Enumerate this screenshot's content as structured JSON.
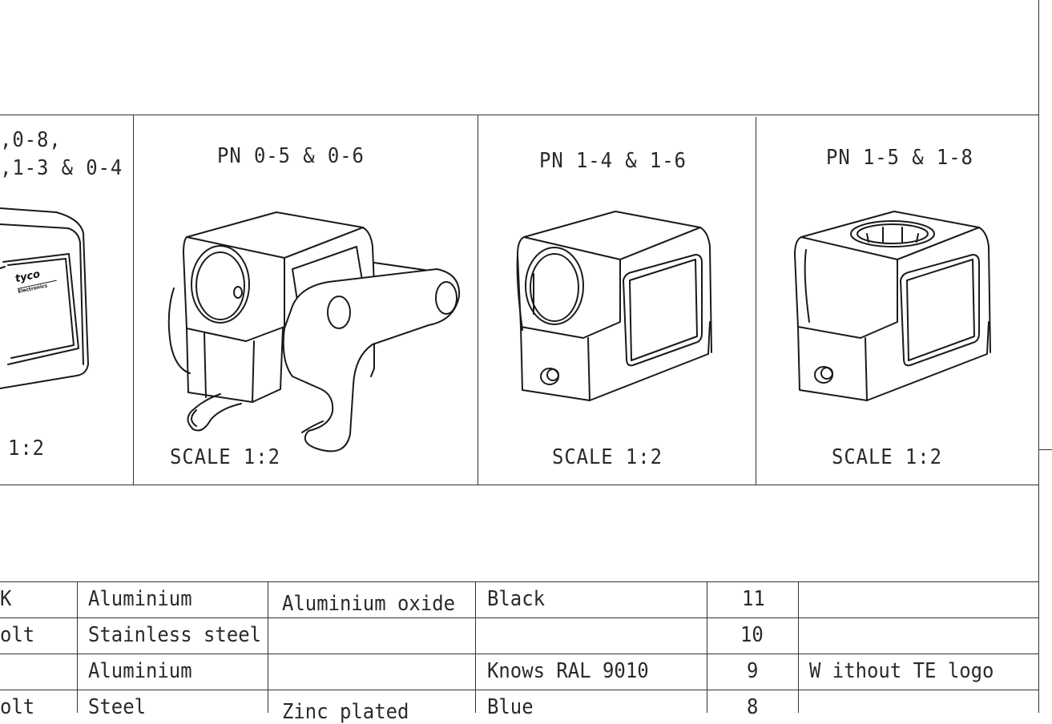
{
  "views": [
    {
      "title_line1": ",0-8,",
      "title_line2": ",1-3 & 0-4",
      "scale": "1:2"
    },
    {
      "title": "PN 0-5 & 0-6",
      "scale": "SCALE 1:2"
    },
    {
      "title": "PN 1-4 & 1-6",
      "scale": "SCALE 1:2"
    },
    {
      "title": "PN 1-5 & 1-8",
      "scale": "SCALE 1:2"
    }
  ],
  "logo_text": [
    "tyco",
    "Electronics"
  ],
  "bom": [
    {
      "name": "K",
      "material": "Aluminium",
      "surface": "Aluminium oxide",
      "color": "Black",
      "item": "11",
      "remark": ""
    },
    {
      "name": "olt",
      "material": "Stainless steel",
      "surface": "",
      "color": "",
      "item": "10",
      "remark": ""
    },
    {
      "name": "",
      "material": "Aluminium",
      "surface": "",
      "color": "Knows RAL 9010",
      "item": "9",
      "remark": "W ithout TE logo"
    },
    {
      "name": "olt",
      "material": "Steel",
      "surface": "Zinc plated",
      "color": "Blue",
      "item": "8",
      "remark": ""
    }
  ]
}
